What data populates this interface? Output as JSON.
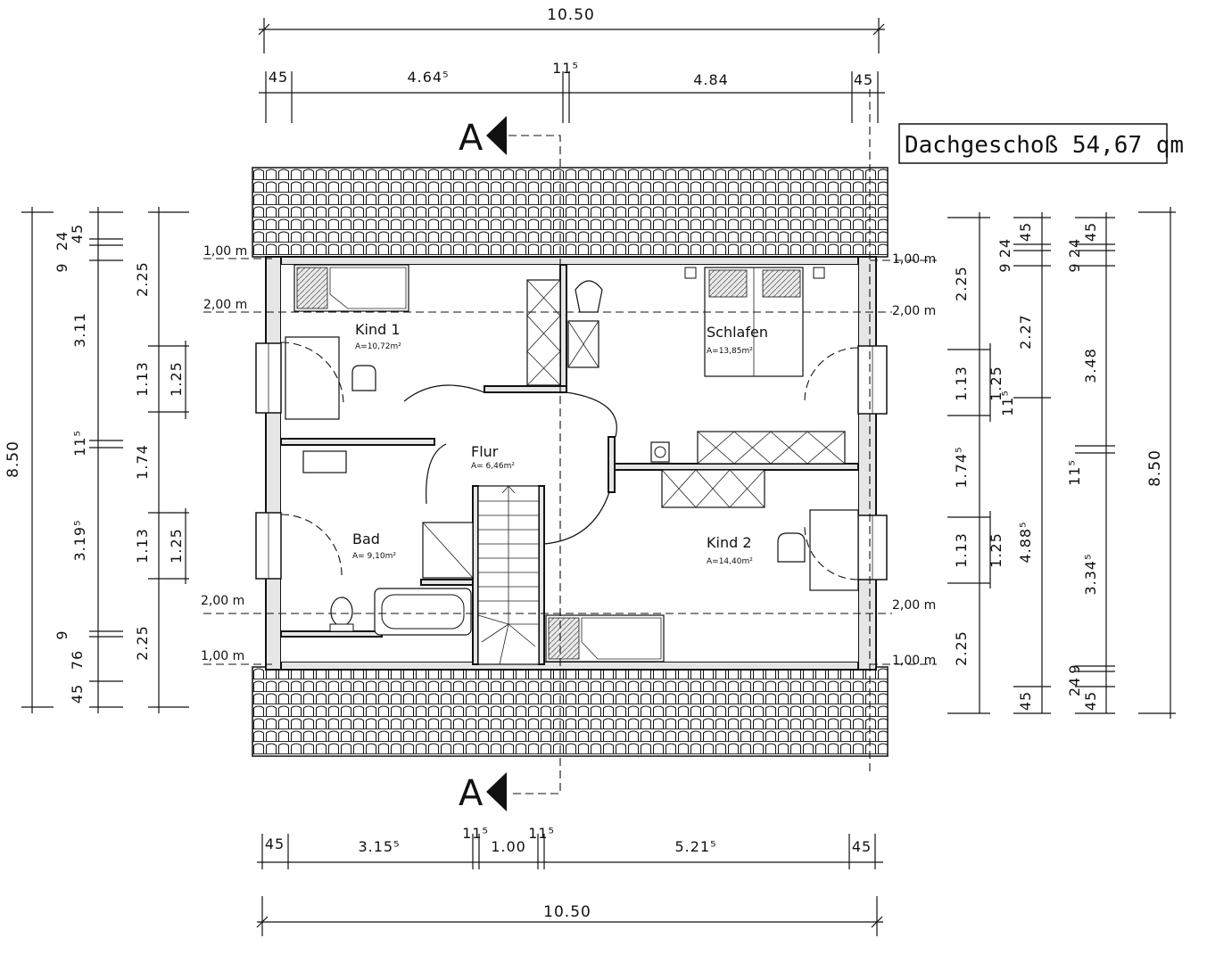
{
  "title": "Dachgeschoß 54,67 qm",
  "section_label": "A",
  "dims_top": {
    "total": "10.50",
    "parts": [
      "45",
      "4.64⁵",
      "11⁵",
      "4.84",
      "45"
    ]
  },
  "dims_bottom": {
    "parts": [
      "45",
      "3.15⁵",
      "11⁵",
      "1.00",
      "11⁵",
      "5.21⁵",
      "45"
    ],
    "total": "10.50"
  },
  "dims_left": {
    "total": "8.50",
    "col1": [
      "45",
      "9",
      "24",
      "3.11",
      "11⁵",
      "3.19⁵",
      "9",
      "76",
      "45"
    ],
    "col2": [
      "2.25",
      "1.13",
      "1.74",
      "1.13",
      "2.25"
    ],
    "col3": [
      "1.25",
      "1.25"
    ]
  },
  "dims_right": {
    "total": "8.50",
    "col1": [
      "2.25",
      "1.13",
      "1.74⁵",
      "1.13",
      "2.25"
    ],
    "col2": [
      "1.25",
      "11⁵",
      "1.25"
    ],
    "col3": [
      "9",
      "24",
      "45",
      "2.27",
      "4.88⁵",
      "45"
    ],
    "col4": [
      "9",
      "24",
      "45",
      "3.48",
      "11⁵",
      "3.34⁵",
      "24",
      "9",
      "45"
    ]
  },
  "levels": {
    "l100": "1,00 m",
    "l200": "2,00 m"
  },
  "rooms": [
    {
      "name": "Kind 1",
      "area": "A=10,72m²"
    },
    {
      "name": "Schlafen",
      "area": "A=13,85m²"
    },
    {
      "name": "Flur",
      "area": "A= 6,46m²"
    },
    {
      "name": "Bad",
      "area": "A= 9,10m²"
    },
    {
      "name": "Kind 2",
      "area": "A=14,40m²"
    }
  ]
}
